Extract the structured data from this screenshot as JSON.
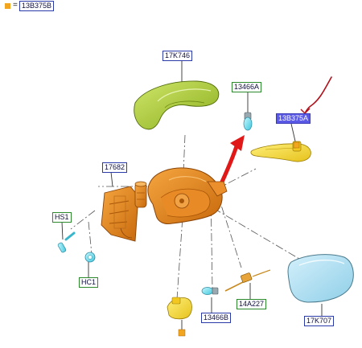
{
  "legend": {
    "equals": "=",
    "part": "13B375B"
  },
  "labels": {
    "cap_cover": "17K746",
    "bulb_top": "13466A",
    "lamp_housing": "13B375A",
    "mirror_body": "17682",
    "hs1": "HS1",
    "hc1": "HC1",
    "bulb_bottom": "13466B",
    "connector": "14A227",
    "glass": "17K707"
  },
  "colors": {
    "callout_blue": "#2a3aa8",
    "callout_green": "#2c8a2c",
    "highlight": "#5a5ae6",
    "marker_orange": "#f2a51e",
    "annotation_red": "#e01818"
  },
  "icons": [
    "square-marker-icon",
    "red-pointer-arrow-icon",
    "red-scribble-icon"
  ]
}
